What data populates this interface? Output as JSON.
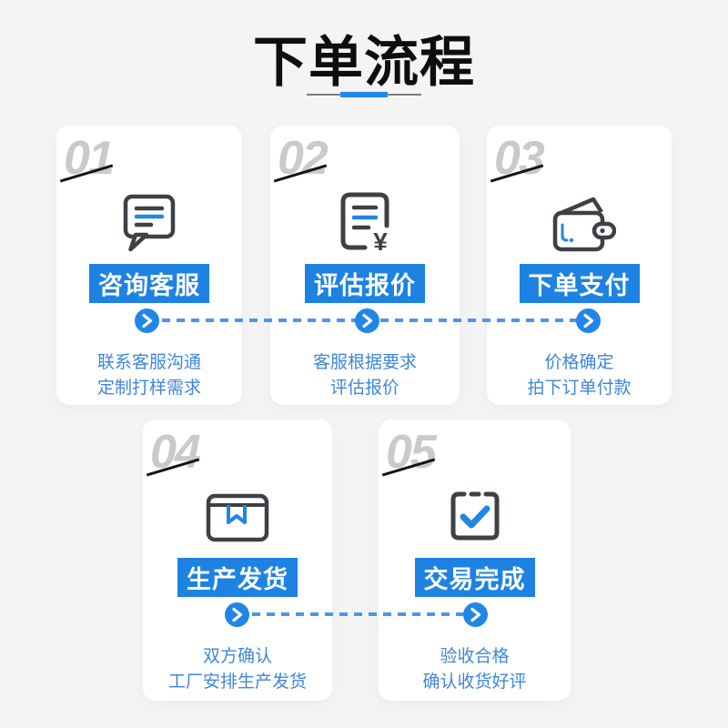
{
  "title": "下单流程",
  "colors": {
    "background": "#f4f4f5",
    "card": "#ffffff",
    "primary_blue": "#1e82e2",
    "dash_blue": "#4e95e9",
    "accent_blue": "#2286e8",
    "desc_text_blue": "#3e87dc",
    "step_number_gray": "#c9cacc",
    "icon_stroke_dark": "#3d4145",
    "title_black": "#0e0e0e"
  },
  "steps": [
    {
      "number": "01",
      "icon": "chat-bubble-icon",
      "button": "咨询客服",
      "desc_line1": "联系客服沟通",
      "desc_line2": "定制打样需求"
    },
    {
      "number": "02",
      "icon": "quote-document-icon",
      "currency_symbol": "¥",
      "button": "评估报价",
      "desc_line1": "客服根据要求",
      "desc_line2": "评估报价"
    },
    {
      "number": "03",
      "icon": "wallet-icon",
      "button": "下单支付",
      "desc_line1": "价格确定",
      "desc_line2": "拍下订单付款"
    },
    {
      "number": "04",
      "icon": "package-box-icon",
      "button": "生产发货",
      "desc_line1": "双方确认",
      "desc_line2": "工厂安排生产发货"
    },
    {
      "number": "05",
      "icon": "check-box-icon",
      "button": "交易完成",
      "desc_line1": "验收合格",
      "desc_line2": "确认收货好评"
    }
  ]
}
